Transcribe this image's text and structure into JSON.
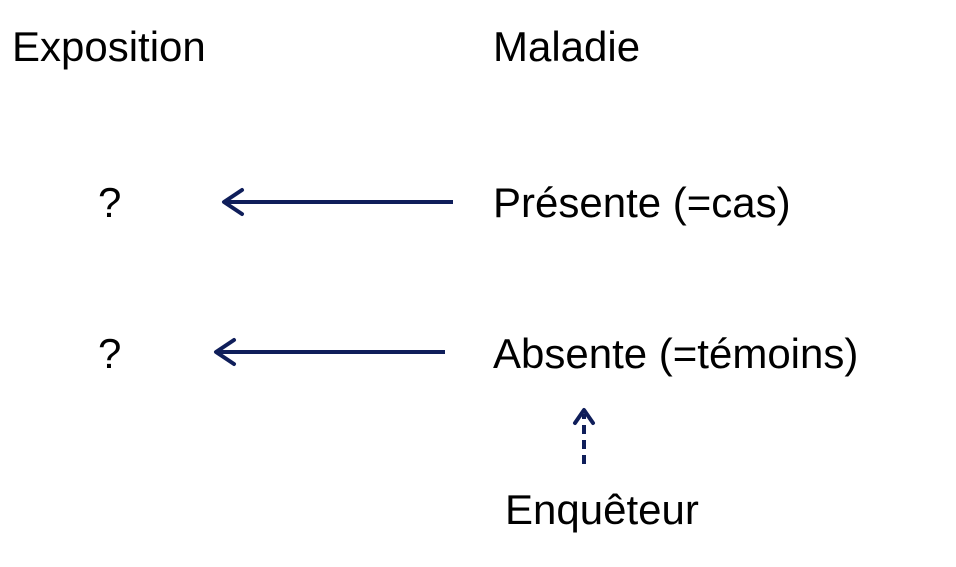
{
  "headers": {
    "exposure": "Exposition",
    "disease": "Maladie"
  },
  "rows": [
    {
      "exposure": "?",
      "disease": "Présente  (=cas)"
    },
    {
      "exposure": "?",
      "disease": "Absente (=témoins)"
    }
  ],
  "investigator": "Enquêteur",
  "colors": {
    "arrow": "#0f1e5a",
    "text": "#000000"
  }
}
